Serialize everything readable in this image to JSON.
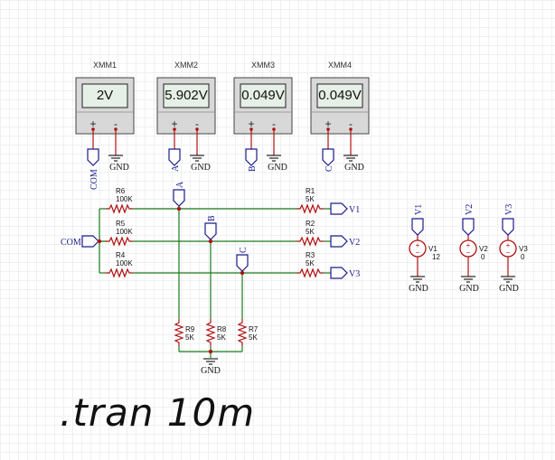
{
  "meters": [
    {
      "name": "XMM1",
      "reading": "2V",
      "plus": "+",
      "minus": "-",
      "pos_label": "COM",
      "neg_label": "GND"
    },
    {
      "name": "XMM2",
      "reading": "5.902V",
      "plus": "+",
      "minus": "-",
      "pos_label": "A",
      "neg_label": "GND"
    },
    {
      "name": "XMM3",
      "reading": "0.049V",
      "plus": "+",
      "minus": "-",
      "pos_label": "B",
      "neg_label": "GND"
    },
    {
      "name": "XMM4",
      "reading": "0.049V",
      "plus": "+",
      "minus": "-",
      "pos_label": "C",
      "neg_label": "GND"
    }
  ],
  "resistors": [
    {
      "ref": "R6",
      "value": "100K"
    },
    {
      "ref": "R5",
      "value": "100K"
    },
    {
      "ref": "R4",
      "value": "100K"
    },
    {
      "ref": "R1",
      "value": "5K"
    },
    {
      "ref": "R2",
      "value": "5K"
    },
    {
      "ref": "R3",
      "value": "5K"
    },
    {
      "ref": "R9",
      "value": "5K"
    },
    {
      "ref": "R8",
      "value": "5K"
    },
    {
      "ref": "R7",
      "value": "5K"
    }
  ],
  "nets": {
    "com": "COM",
    "a": "A",
    "b": "B",
    "c": "C",
    "v1": "V1",
    "v2": "V2",
    "v3": "V3",
    "gnd": "GND"
  },
  "sources": [
    {
      "ref": "V1",
      "value": "12",
      "net": "V1",
      "gnd": "GND"
    },
    {
      "ref": "V2",
      "value": "0",
      "net": "V2",
      "gnd": "GND"
    },
    {
      "ref": "V3",
      "value": "0",
      "net": "V3",
      "gnd": "GND"
    }
  ],
  "directive": ".tran 10m",
  "colors": {
    "wire": "#1a7a1a",
    "probe_wire": "#b01010",
    "label": "#1c1c8a",
    "junction": "#b01010"
  }
}
